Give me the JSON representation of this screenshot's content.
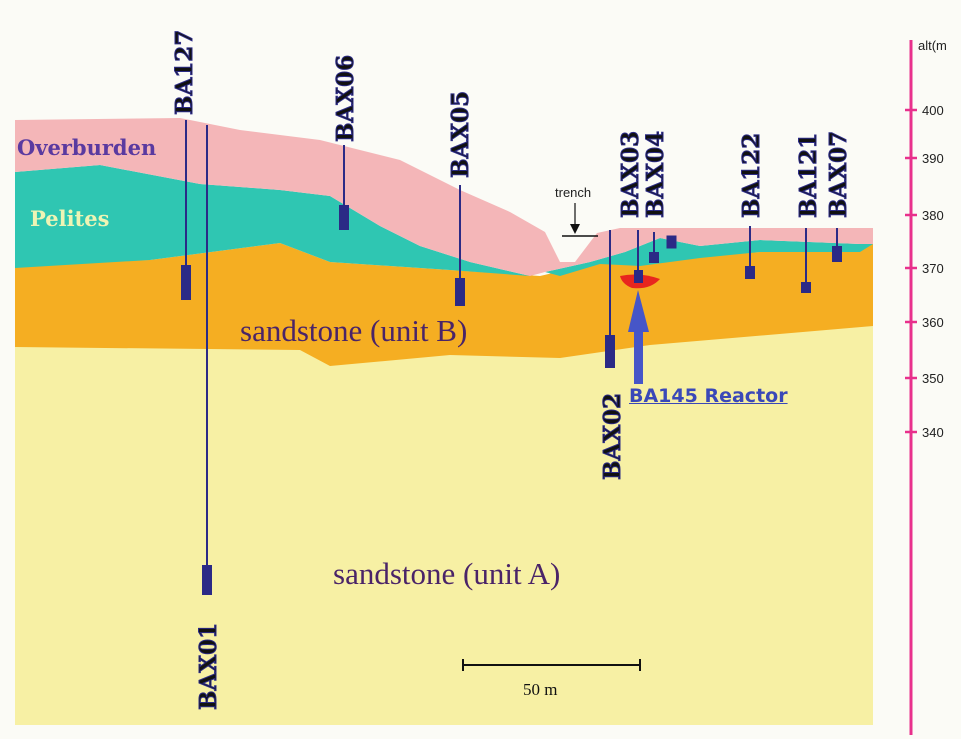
{
  "layers": {
    "overburden": "Overburden",
    "pelites": "Pelites",
    "unit_b": "sandstone (unit B)",
    "unit_a": "sandstone (unit A)"
  },
  "boreholes": [
    "BA127",
    "BAX01",
    "BAX06",
    "BAX05",
    "BAX02",
    "BAX03",
    "BAX04",
    "BA122",
    "BA121",
    "BAX07"
  ],
  "trench_label": "trench",
  "reactor_label": "BA145 Reactor",
  "scale_label": "50 m",
  "altitude_axis": {
    "label": "alt(m",
    "ticks": [
      "400",
      "390",
      "380",
      "370",
      "360",
      "350",
      "340"
    ]
  },
  "colors": {
    "overburden": "#f4b6b8",
    "pelites": "#2fc6b2",
    "unit_b": "#f5ae22",
    "unit_a": "#f7f0a4",
    "borehole": "#2b2a86",
    "reactor": "#e8261e",
    "arrow": "#4656c8",
    "axis": "#e8308c"
  }
}
